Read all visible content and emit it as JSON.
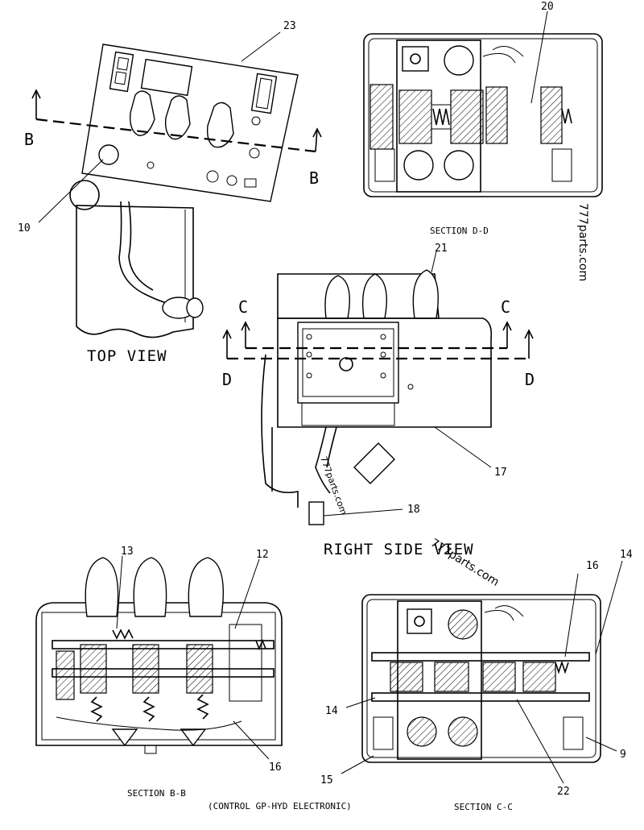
{
  "views": {
    "top": "TOP VIEW",
    "right_side": "RIGHT SIDE VIEW",
    "section_dd": "SECTION D-D",
    "section_bb": "SECTION B-B",
    "section_cc": "SECTION C-C"
  },
  "caption": "(CONTROL GP-HYD ELECTRONIC)",
  "cut_letters": {
    "b": "B",
    "c": "C",
    "d": "D"
  },
  "callouts": {
    "c23": "23",
    "c20": "20",
    "c10": "10",
    "c21": "21",
    "c17": "17",
    "c18": "18",
    "c13": "13",
    "c12": "12",
    "c16": "16",
    "c14": "14",
    "c9": "9",
    "c15": "15",
    "c22": "22"
  },
  "watermark": "777parts.com"
}
